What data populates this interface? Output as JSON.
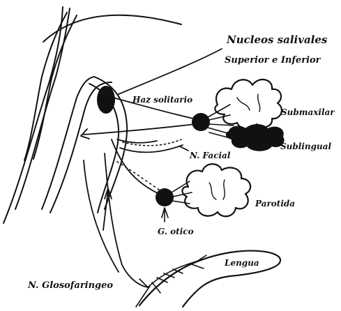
{
  "labels": {
    "nucleos_line1": "Nucleos salivales",
    "nucleos_line2": "Superior e Inferior",
    "haz_solitario": "Haz solitario",
    "submaxilar": "Submaxilar",
    "sublingual": "Sublingual",
    "n_facial": "N. Facial",
    "parotida": "Parotida",
    "g_otico": "G. otico",
    "lengua": "Lengua",
    "n_glosofaringeo": "N. Glosofaringeo"
  },
  "colors": {
    "ink": "#111111",
    "paper": "#ffffff"
  }
}
